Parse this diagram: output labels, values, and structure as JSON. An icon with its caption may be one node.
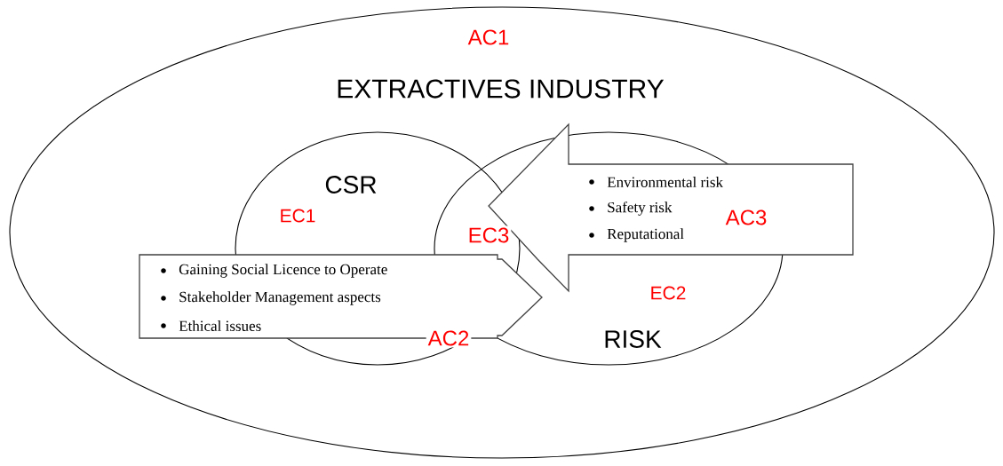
{
  "diagram": {
    "nodes": [
      {
        "text": [
          "AC1",
          "EXTRACTIVES INDUSTRY"
        ]
      },
      {
        "text": [
          "CSR",
          "EC1"
        ],
        "in": 0
      },
      {
        "text": [
          "EC2",
          "RISK"
        ],
        "in": 0
      },
      {
        "text": [
          "Gaining Social Licence to Operate",
          "Stakeholder Management aspects",
          "Ethical issues"
        ],
        "in": 0
      },
      {
        "text": [
          "Environmental risk",
          "Safety risk",
          "Reputational",
          "AC3"
        ],
        "in": 0
      }
    ],
    "labels": [
      "EC3",
      "AC2"
    ]
  }
}
